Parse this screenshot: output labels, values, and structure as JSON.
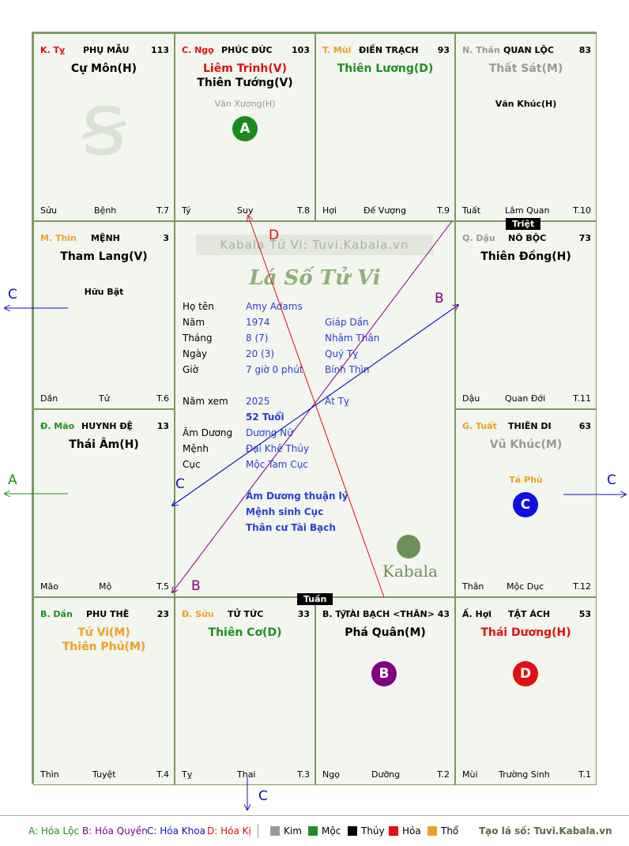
{
  "cells": [
    {
      "id": "ty",
      "can": "K. Tỵ",
      "can_color": "#e01010",
      "palace": "PHỤ MẪU",
      "num": "113",
      "stars": [
        {
          "t": "Cự Môn(H)",
          "c": "#000"
        }
      ],
      "minor": [],
      "left": "Sửu",
      "mid": "Bệnh",
      "right": "T.7"
    },
    {
      "id": "ngo",
      "can": "C. Ngọ",
      "can_color": "#e01010",
      "palace": "PHÚC ĐỨC",
      "num": "103",
      "stars": [
        {
          "t": "Liêm Trinh(V)",
          "c": "#e01010"
        },
        {
          "t": "Thiên Tướng(V)",
          "c": "#000"
        }
      ],
      "minor": [
        {
          "t": "Văn Xương(H)",
          "c": "#999"
        }
      ],
      "left": "Tý",
      "mid": "Suy",
      "right": "T.8"
    },
    {
      "id": "mui",
      "can": "T. Mùi",
      "can_color": "#f0a020",
      "palace": "ĐIỀN TRẠCH",
      "num": "93",
      "stars": [
        {
          "t": "Thiên Lương(D)",
          "c": "#1f8f1f"
        }
      ],
      "minor": [],
      "left": "Hợi",
      "mid": "Đế Vượng",
      "right": "T.9"
    },
    {
      "id": "than",
      "can": "N. Thân",
      "can_color": "#999",
      "palace": "QUAN LỘC",
      "num": "83",
      "stars": [
        {
          "t": "Thất Sát(M)",
          "c": "#999"
        }
      ],
      "minor": [
        {
          "t": "Văn Khúc(H)",
          "c": "#000"
        }
      ],
      "left": "Tuất",
      "mid": "Lâm Quan",
      "right": "T.10"
    },
    {
      "id": "thin",
      "can": "M. Thìn",
      "can_color": "#f0a020",
      "palace": "MỆNH",
      "num": "3",
      "stars": [
        {
          "t": "Tham Lang(V)",
          "c": "#000"
        }
      ],
      "minor": [
        {
          "t": "Hữu Bật",
          "c": "#000"
        }
      ],
      "left": "Dần",
      "mid": "Tử",
      "right": "T.6"
    },
    {
      "id": "dau",
      "can": "Q. Dậu",
      "can_color": "#999",
      "palace": "NÔ BỘC",
      "num": "73",
      "stars": [
        {
          "t": "Thiên Đồng(H)",
          "c": "#000"
        }
      ],
      "minor": [],
      "left": "Dậu",
      "mid": "Quan Đới",
      "right": "T.11"
    },
    {
      "id": "mao",
      "can": "Đ. Mão",
      "can_color": "#1f8f1f",
      "palace": "HUYNH ĐỆ",
      "num": "13",
      "stars": [
        {
          "t": "Thái Âm(H)",
          "c": "#000"
        }
      ],
      "minor": [],
      "left": "Mão",
      "mid": "Mộ",
      "right": "T.5"
    },
    {
      "id": "tuat",
      "can": "G. Tuất",
      "can_color": "#f0a020",
      "palace": "THIÊN DI",
      "num": "63",
      "stars": [
        {
          "t": "Vũ Khúc(M)",
          "c": "#999"
        }
      ],
      "minor": [
        {
          "t": "Tả Phù",
          "c": "#f0a020"
        }
      ],
      "left": "Thân",
      "mid": "Mộc Dục",
      "right": "T.12"
    },
    {
      "id": "dan",
      "can": "B. Dần",
      "can_color": "#1f8f1f",
      "palace": "PHU THÊ",
      "num": "23",
      "stars": [
        {
          "t": "Tử Vi(M)",
          "c": "#f0a020"
        },
        {
          "t": "Thiên Phủ(M)",
          "c": "#f0a020"
        }
      ],
      "minor": [],
      "left": "Thìn",
      "mid": "Tuyệt",
      "right": "T.4"
    },
    {
      "id": "suu",
      "can": "Đ. Sửu",
      "can_color": "#f0a020",
      "palace": "TỬ TỨC",
      "num": "33",
      "stars": [
        {
          "t": "Thiên Cơ(D)",
          "c": "#1f8f1f"
        }
      ],
      "minor": [],
      "left": "Tỵ",
      "mid": "Thai",
      "right": "T.3"
    },
    {
      "id": "tyrat",
      "can": "B. Tý",
      "can_color": "#000",
      "palace": "TÀI BẠCH <THÂN>",
      "num": "43",
      "stars": [
        {
          "t": "Phá Quân(M)",
          "c": "#000"
        }
      ],
      "minor": [],
      "left": "Ngọ",
      "mid": "Dưỡng",
      "right": "T.2"
    },
    {
      "id": "hoi",
      "can": "Ấ. Hợi",
      "can_color": "#000",
      "palace": "TẬT ÁCH",
      "num": "53",
      "stars": [
        {
          "t": "Thái Dương(H)",
          "c": "#e01010"
        }
      ],
      "minor": [],
      "left": "Mùi",
      "mid": "Trường Sinh",
      "right": "T.1"
    }
  ],
  "tags": {
    "triet": "Triệt",
    "tuan": "Tuần"
  },
  "circles": {
    "a": "A",
    "b": "B",
    "c": "C",
    "d": "D"
  },
  "center": {
    "watermark": "Kabala Tử Vi: Tuvi.Kabala.vn",
    "title": "Lá Số Tử Vi",
    "rows": [
      {
        "l": "Họ tên",
        "v1": "Amy Adams",
        "v2": ""
      },
      {
        "l": "Năm",
        "v1": "1974",
        "v2": "Giáp Dần"
      },
      {
        "l": "Tháng",
        "v1": "8  (7)",
        "v2": "Nhâm Thân"
      },
      {
        "l": "Ngày",
        "v1": "20  (3)",
        "v2": "Quý Tỵ"
      },
      {
        "l": "Giờ",
        "v1": "7 giờ 0 phút",
        "v2": "Bính Thìn"
      }
    ],
    "namxem_l": "Năm xem",
    "namxem_v1": "2025",
    "namxem_v2": "Ất Tỵ",
    "tuoi": "52 Tuổi",
    "rows2": [
      {
        "l": "Âm Dương",
        "v": "Dương Nữ"
      },
      {
        "l": "Mệnh",
        "v": "Đại Khê Thủy"
      },
      {
        "l": "Cục",
        "v": "Mộc Tam Cục"
      }
    ],
    "notes": [
      "Âm Dương thuận lý",
      "Mệnh sinh Cục",
      "Thân cư Tài Bạch"
    ],
    "brand": "Kabala"
  },
  "arrow_labels": {
    "d": "D",
    "b1": "B",
    "c1": "C",
    "b2": "B",
    "cl": "C",
    "al": "A",
    "cr": "C",
    "cb": "C"
  },
  "legend": {
    "a": "A: Hóa Lộc",
    "b": "B: Hóa Quyền",
    "c": "C: Hóa Khoa",
    "d": "D: Hóa Kị",
    "kim": "Kim",
    "moc": "Mộc",
    "thuy": "Thủy",
    "hoa": "Hỏa",
    "tho": "Thổ",
    "site": "Tạo lá số: Tuvi.Kabala.vn"
  },
  "colors": {
    "kim": "#999999",
    "moc": "#1f8f1f",
    "thuy": "#000000",
    "hoa": "#e01010",
    "tho": "#f0a020",
    "grid": "#7d9a62"
  }
}
